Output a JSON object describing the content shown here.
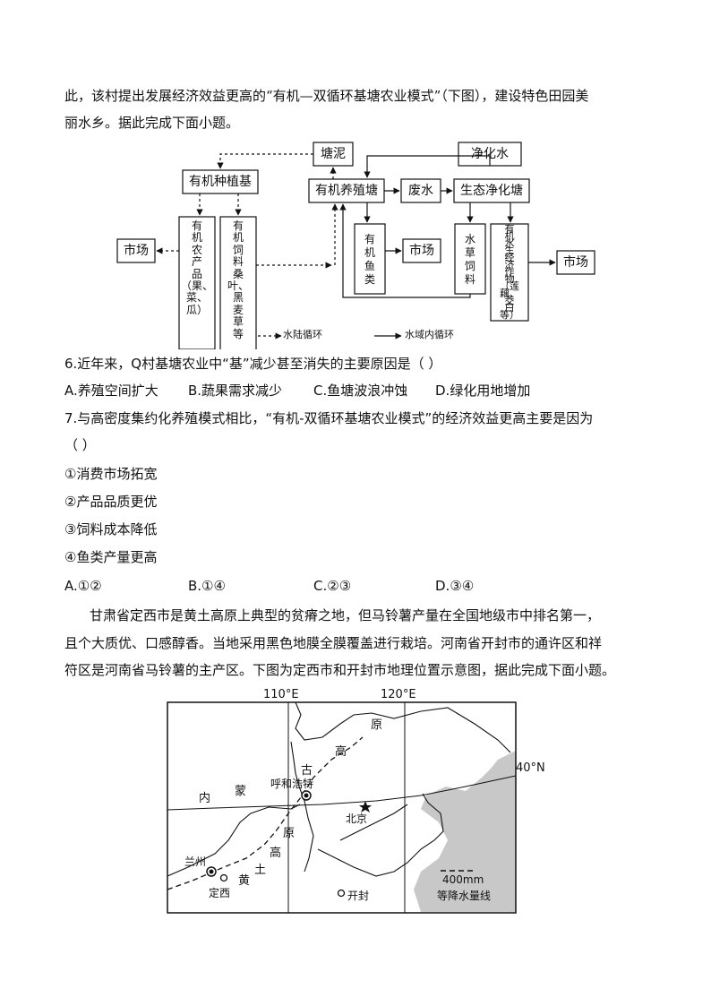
{
  "intro": {
    "line1": "此，该村提出发展经济效益更高的“有机—双循环基塘农业模式”（下图），建设特色田园美",
    "line2": "丽水乡。据此完成下面小题。"
  },
  "diagram": {
    "organic_planting": "有机种植基",
    "organic_produce": [
      "有",
      "机",
      "农",
      "产",
      "品",
      "（果、",
      "菜、",
      "瓜）"
    ],
    "organic_feed": [
      "有",
      "机",
      "饲",
      "料",
      "桑",
      "叶、",
      "黑",
      "麦",
      "草",
      "等"
    ],
    "market_left": "市场",
    "pond_mud": "塘泥",
    "purified_water": "净化水",
    "organic_breeding_pond": "有机养殖塘",
    "waste_water": "废水",
    "eco_purify_pond": "生态净化塘",
    "organic_fish": [
      "有",
      "机",
      "鱼",
      "类"
    ],
    "market_mid": "市场",
    "aquatic_feed": [
      "水",
      "草",
      "饲",
      "料"
    ],
    "aquatic_crops": [
      "有",
      "机",
      "水",
      "生",
      "经",
      "济",
      "作",
      "物",
      "（莲",
      "藕、",
      "茭",
      "白",
      "等）"
    ],
    "market_right": "市场",
    "legend_land_water": "水陆循环",
    "legend_water": "水域内循环"
  },
  "q6": {
    "stem": "6.近年来，Q村基塘农业中“基”减少甚至消失的主要原因是（    ）",
    "options": [
      "A.养殖空间扩大",
      "B.蔬果需求减少",
      "C.鱼塘波浪冲蚀",
      "D.绿化用地增加"
    ]
  },
  "q7": {
    "stem": "7.与高密度集约化养殖模式相比，“有机-双循环基塘农业模式”的经济效益更高主要是因为",
    "stem2": "（    ）",
    "items": [
      "①消费市场拓宽",
      "②产品品质更优",
      "③饲料成本降低",
      "④鱼类产量更高"
    ],
    "options": [
      "A.①②",
      "B.①④",
      "C.②③",
      "D.③④"
    ]
  },
  "passage2": {
    "line1": "甘肃省定西市是黄土高原上典型的贫瘠之地，但马铃薯产量在全国地级市中排名第一，",
    "line2": "且个大质优、口感醇香。当地采用黑色地膜全膜覆盖进行栽培。河南省开封市的通许区和祥",
    "line3": "符区是河南省马铃薯的主产区。下图为定西市和开封市地理位置示意图，据此完成下面小题。"
  },
  "map": {
    "lon1": "110°E",
    "lon2": "120°E",
    "lat": "40°N",
    "yuan1": "原",
    "gao1": "高",
    "gu": "古",
    "nei": "内",
    "meng": "蒙",
    "hohhot": "呼和浩特",
    "beijing": "北京",
    "yuan2": "原",
    "gao2": "高",
    "tu": "土",
    "huang": "黄",
    "lanzhou": "兰州",
    "dingxi": "定西",
    "kaifeng": "开封",
    "legend1": "400mm",
    "legend2": "等降水量线"
  }
}
